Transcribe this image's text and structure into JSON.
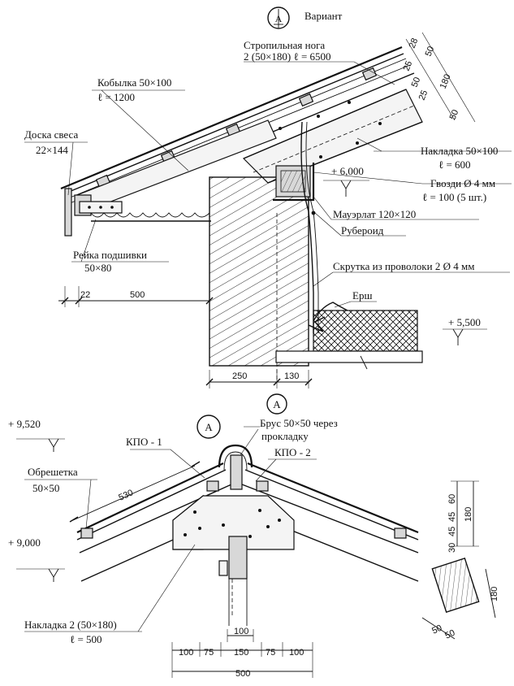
{
  "top": {
    "variant": "Вариант",
    "rafter": "Стропильная нога",
    "rafter_spec": "2 (50×180)  ℓ = 6500",
    "kobylka": "Кобылка 50×100",
    "kobylka_len": "ℓ = 1200",
    "doska": "Доска свеса",
    "doska_size": "22×144",
    "nakladka": "Накладка 50×100",
    "nakladka_len": "ℓ = 600",
    "gvozdi": "Гвозди Ø 4 мм",
    "gvozdi_spec": "ℓ = 100 (5 шт.)",
    "mauerlat": "Мауэрлат 120×120",
    "ruberoid": "Рубероид",
    "skrutka": "Скрутка из проволоки 2 Ø 4 мм",
    "yorsh": "Ерш",
    "reika": "Рейка подшивки",
    "reika_size": "50×80",
    "mark_600": "+ 6,000",
    "mark_550": "+ 5,500",
    "dim_22": "22",
    "dim_500": "500",
    "dim_250": "250",
    "dim_130": "130",
    "dim_28": "28",
    "dim_50a": "50",
    "dim_25a": "25",
    "dim_50b": "50",
    "dim_25b": "25",
    "dim_180": "180",
    "dim_50c": "50",
    "section_mark": "А"
  },
  "bottom": {
    "mark_952": "+ 9,520",
    "mark_900": "+ 9,000",
    "kpo1": "КПО - 1",
    "kpo2": "КПО - 2",
    "brus": "Брус 50×50 через",
    "brus2": "прокладку",
    "obreshetka": "Обрешетка",
    "obreshetka_size": "50×50",
    "nakladka2": "Накладка 2 (50×180)",
    "nakladka2_len": "ℓ = 500",
    "dim_530": "530",
    "dim_100top": "100",
    "dim_100a": "100",
    "dim_75a": "75",
    "dim_150": "150",
    "dim_75b": "75",
    "dim_100b": "100",
    "dim_500": "500",
    "dim_30": "30",
    "dim_45a": "45",
    "dim_45b": "45",
    "dim_60": "60",
    "dim_180v": "180",
    "dim_180s": "180",
    "dim_50s1": "50",
    "dim_50s2": "50",
    "section_mark": "А"
  }
}
